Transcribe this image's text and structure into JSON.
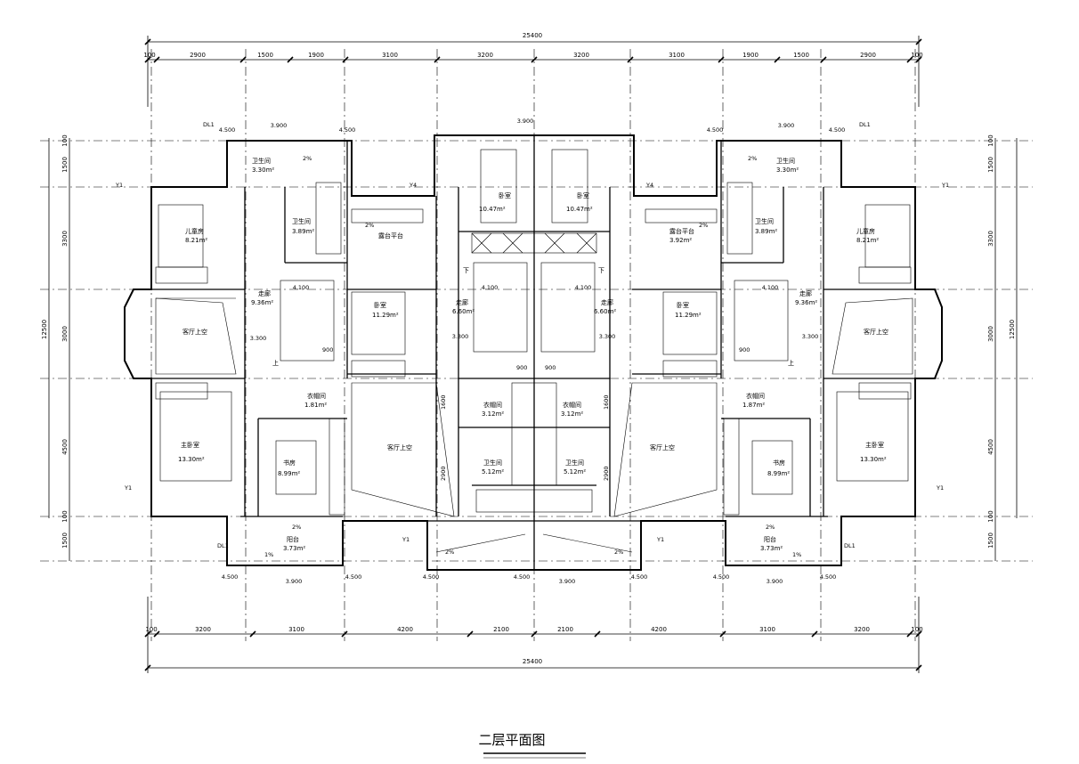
{
  "title": "二层平面图",
  "overall_width": "25400",
  "overall_depth": "12500",
  "top_dims": [
    "100",
    "2900",
    "1500",
    "1900",
    "3100",
    "3200",
    "3200",
    "3100",
    "1900",
    "1500",
    "2900",
    "100"
  ],
  "bottom_dims": [
    "100",
    "3200",
    "3100",
    "4200",
    "2100",
    "2100",
    "4200",
    "3100",
    "3200",
    "100"
  ],
  "side_dims": [
    "100",
    "1500",
    "3300",
    "3000",
    "4500",
    "100",
    "1500"
  ],
  "top_elevations": [
    "4.500",
    "3.900",
    "4.500",
    "3.900",
    "4.500",
    "3.900",
    "4.500"
  ],
  "bottom_elevations": [
    "4.500",
    "3.900",
    "4.500",
    "4.500",
    "4.500",
    "3.900",
    "4.500",
    "4.500",
    "3.900",
    "4.500"
  ],
  "tags": {
    "dl": "DL1",
    "y": "Y1",
    "y4": "Y4"
  },
  "rooms": {
    "toilet_top": "卫生间",
    "toilet_top_area": "3.30m²",
    "child_room": "儿童房",
    "child_room_area": "8.21m²",
    "bath": "卫生间",
    "bath_area": "3.89m²",
    "balcony": "露台平台",
    "balcony_area_left": "",
    "balcony_area_right": "3.92m²",
    "bedroom_top_left": "卧室",
    "bedroom_top_left_area": "11.29m²",
    "bedroom_top_right": "卧室",
    "bedroom_top_right_area": "11.29m²",
    "stair_top_left": "卧室",
    "stair_top_area": "10.47m²",
    "hall": "走廊",
    "hall_area_outer": "9.36m²",
    "hall_area_inner": "6.60m²",
    "void": "客厅上空",
    "cloak": "衣帽间",
    "cloak_area": "1.81m²",
    "cloak_area_r": "1.87m²",
    "study": "书房",
    "study_area": "8.99m²",
    "master": "主卧室",
    "master_area": "13.30m²",
    "master_bath": "卫生间",
    "master_bath_area": "5.12m²",
    "dress": "衣帽间",
    "dress_area": "3.12m²",
    "terrace": "阳台",
    "terrace_area": "3.73m²"
  },
  "misc": {
    "slope": "2%",
    "slope1": "1%",
    "dim_900": "900",
    "dim_1600": "1600",
    "dim_2900": "2900",
    "dim_3300": "3.300",
    "dim_4100": "4.100",
    "down": "下",
    "up": "上"
  }
}
